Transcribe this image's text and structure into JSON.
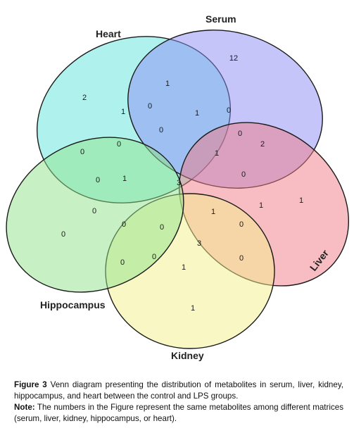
{
  "diagram": {
    "sets": [
      {
        "id": "heart",
        "label": "Heart",
        "color": "#5fe6dc"
      },
      {
        "id": "serum",
        "label": "Serum",
        "color": "#8c8cf5"
      },
      {
        "id": "liver",
        "label": "Liver",
        "color": "#f27c85"
      },
      {
        "id": "kidney",
        "label": "Kidney",
        "color": "#f4f08a"
      },
      {
        "id": "hippocampus",
        "label": "Hippocampus",
        "color": "#8fe38a"
      }
    ],
    "region_counts": [
      "12",
      "2",
      "1",
      "1",
      "0",
      "1",
      "1",
      "0",
      "0",
      "1",
      "2",
      "0",
      "0",
      "1",
      "0",
      "0",
      "1",
      "0",
      "0",
      "3",
      "1",
      "0",
      "0",
      "0",
      "3",
      "0",
      "1",
      "1",
      "0",
      "0",
      "0"
    ]
  },
  "caption": {
    "figure_label": "Figure 3",
    "figure_text": " Venn diagram presenting the distribution of metabolites in serum, liver, kidney, hippocampus, and heart between the control and LPS groups.",
    "note_label": "Note:",
    "note_text": " The numbers in the Figure represent the same metabolites among different matrices (serum, liver, kidney, hippocampus, or heart)."
  }
}
